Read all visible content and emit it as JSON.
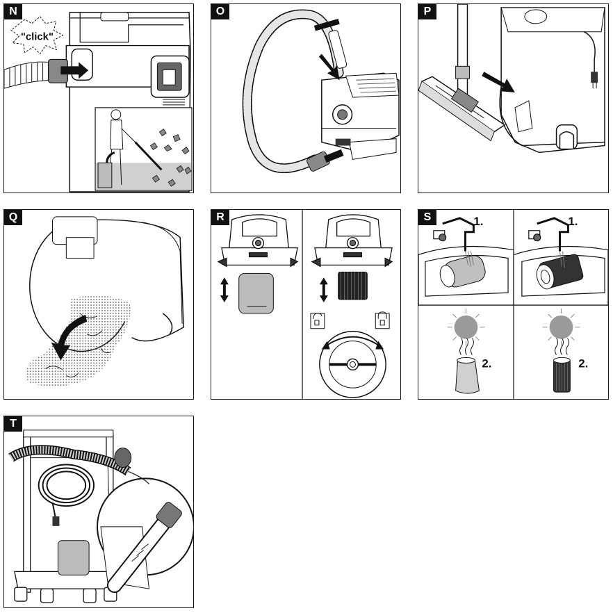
{
  "panels": [
    {
      "letter": "N",
      "callout": "\"click\""
    },
    {
      "letter": "O"
    },
    {
      "letter": "P"
    },
    {
      "letter": "Q"
    },
    {
      "letter": "R"
    },
    {
      "letter": "S",
      "steps": {
        "wash": "1.",
        "dry": "2."
      }
    },
    {
      "letter": "T"
    }
  ],
  "colors": {
    "line": "#111111",
    "paper_grey": "#d9d9d9",
    "mid_grey": "#a8a8a8",
    "dark": "#222222",
    "sun": "#9a9a9a"
  },
  "icons": [
    "click-starburst",
    "arrow-icon",
    "double-arrow-icon",
    "padlock-open-icon",
    "padlock-closed-icon",
    "rotate-arrow-icon",
    "sun-icon",
    "steam-icon"
  ]
}
